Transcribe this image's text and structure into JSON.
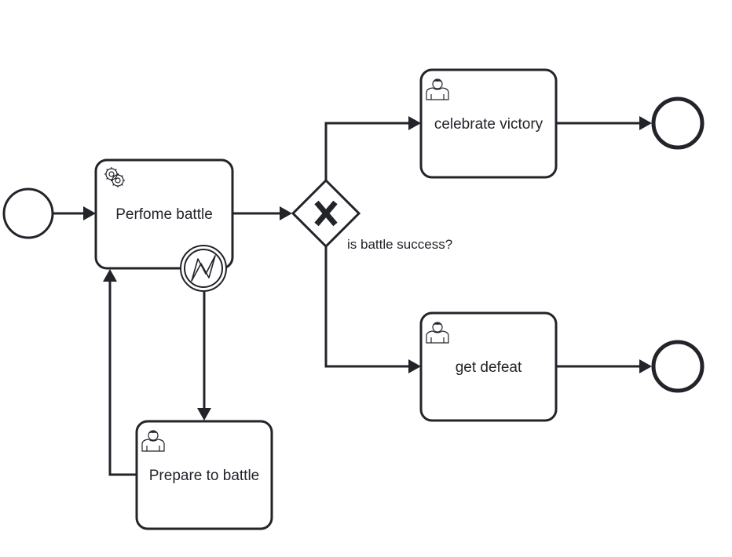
{
  "diagram": {
    "tasks": {
      "perform_battle": {
        "label": "Perfome battle",
        "icon": "gear-icon"
      },
      "celebrate_victory": {
        "label": "celebrate victory",
        "icon": "user-icon"
      },
      "get_defeat": {
        "label": "get defeat",
        "icon": "user-icon"
      },
      "prepare_to_battle": {
        "label": "Prepare to battle",
        "icon": "user-icon"
      }
    },
    "gateway": {
      "label": "is battle success?",
      "icon": "exclusive-x-icon"
    },
    "boundary_event": {
      "icon": "lightning-error-icon"
    },
    "colors": {
      "stroke": "#22242a",
      "fill": "#ffffff"
    }
  }
}
